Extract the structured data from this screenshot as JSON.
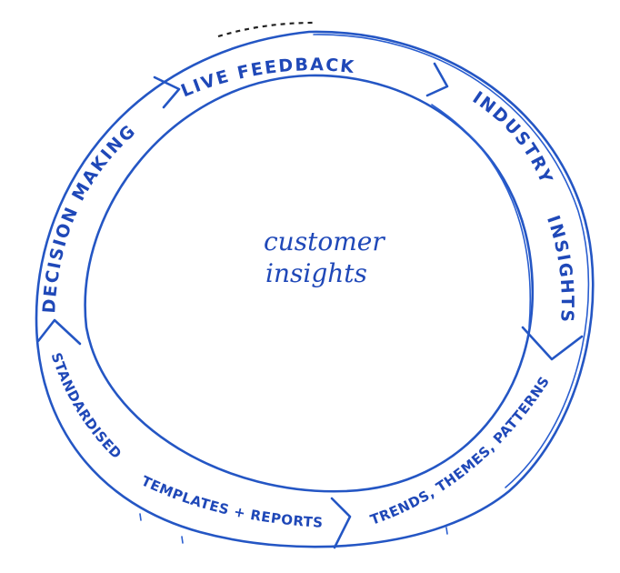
{
  "diagram": {
    "type": "hand-drawn cycle diagram",
    "center": {
      "lines": [
        "customer",
        "insights"
      ]
    },
    "segments": [
      {
        "id": "live-feedback",
        "label": "LIVE FEEDBACK",
        "position": "top"
      },
      {
        "id": "industry-insights",
        "label": "INDUSTRY INSIGHTS",
        "position": "right"
      },
      {
        "id": "trends-themes-patterns",
        "label": "TRENDS, THEMES, PATTERNS",
        "position": "bottom-right"
      },
      {
        "id": "standardised-templates-reports",
        "label": "STANDARDISED TEMPLATES + REPORTS",
        "position": "bottom-left"
      },
      {
        "id": "decision-making",
        "label": "DECISION MAKING",
        "position": "left"
      }
    ],
    "flow_direction": "clockwise",
    "colors": {
      "ink": "#2456c4",
      "background": "#ffffff"
    }
  }
}
